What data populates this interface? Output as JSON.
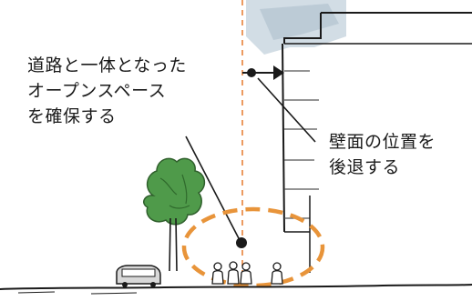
{
  "annotations": {
    "open_space": {
      "lines": [
        "道路と一体となった",
        "オープンスペース",
        "を確保する"
      ]
    },
    "setback": {
      "lines": [
        "壁面の位置を",
        "後退する"
      ]
    }
  },
  "colors": {
    "guide_dashed": "#e8823a",
    "open_space_ellipse": "#e8943a",
    "ink": "#1a1a1a",
    "tree_foliage": "#4f9a4a",
    "sky_wash": "#b9c9d6",
    "building_fill": "#ffffff"
  },
  "icons": [
    "tree-icon",
    "car-icon",
    "pedestrian-icon",
    "arrow-right-icon"
  ]
}
